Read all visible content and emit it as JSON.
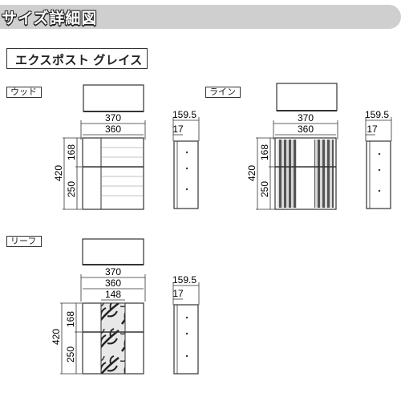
{
  "title": "サイズ詳細図",
  "product_name": "エクスポスト グレイス",
  "variants": [
    {
      "label": "ウッド",
      "dims": {
        "total_width": "370",
        "body_width": "360",
        "total_height": "420",
        "upper_height": "168",
        "lower_height": "250",
        "total_depth": "159.5",
        "flap_depth": "17"
      }
    },
    {
      "label": "ライン",
      "dims": {
        "total_width": "370",
        "body_width": "360",
        "total_height": "420",
        "upper_height": "168",
        "lower_height": "250",
        "total_depth": "159.5",
        "flap_depth": "17"
      }
    },
    {
      "label": "リーフ",
      "dims": {
        "total_width": "370",
        "body_width": "360",
        "panel_width": "148",
        "total_height": "420",
        "upper_height": "168",
        "lower_height": "250",
        "total_depth": "159.5",
        "flap_depth": "17"
      }
    }
  ]
}
